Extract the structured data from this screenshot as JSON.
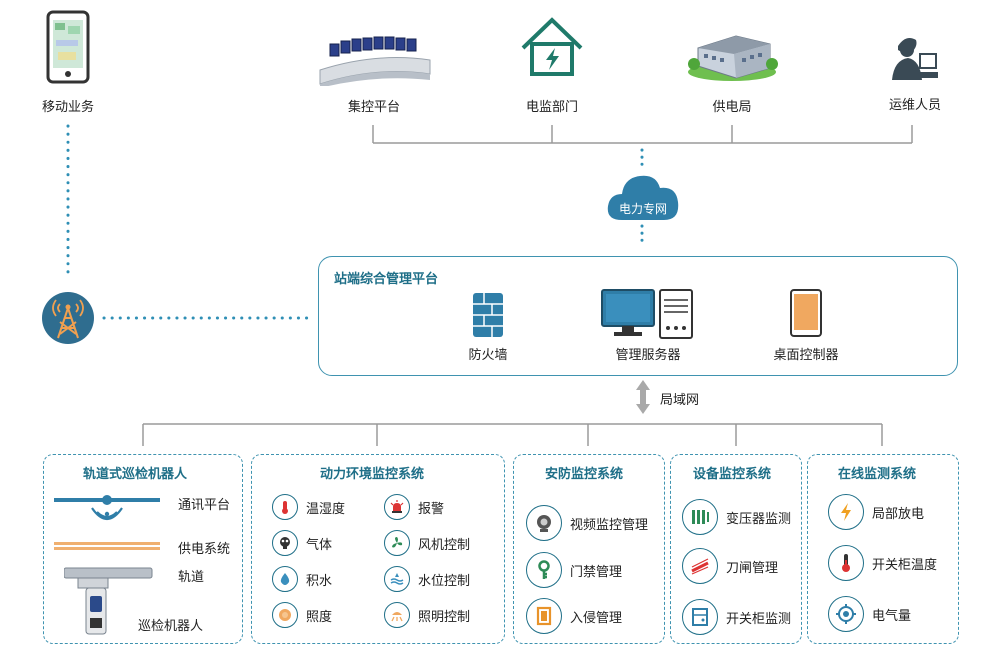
{
  "top": {
    "mobile": "移动业务",
    "control": "集控平台",
    "monitor_dept": "电监部门",
    "supply_bureau": "供电局",
    "ops_staff": "运维人员"
  },
  "cloud": "电力专网",
  "platform": {
    "title": "站端综合管理平台",
    "firewall": "防火墙",
    "server": "管理服务器",
    "desktop": "桌面控制器"
  },
  "lan": "局域网",
  "panels": {
    "robot": {
      "title": "轨道式巡检机器人",
      "items": [
        "通讯平台",
        "供电系统",
        "轨道",
        "巡检机器人"
      ]
    },
    "env": {
      "title": "动力环境监控系统",
      "left": [
        "温湿度",
        "气体",
        "积水",
        "照度"
      ],
      "right": [
        "报警",
        "风机控制",
        "水位控制",
        "照明控制"
      ]
    },
    "security": {
      "title": "安防监控系统",
      "items": [
        "视频监控管理",
        "门禁管理",
        "入侵管理"
      ]
    },
    "equipment": {
      "title": "设备监控系统",
      "items": [
        "变压器监测",
        "刀闸管理",
        "开关柜监测"
      ]
    },
    "online": {
      "title": "在线监测系统",
      "items": [
        "局部放电",
        "开关柜温度",
        "电气量"
      ]
    }
  },
  "colors": {
    "accent": "#1f6f88",
    "border": "#3f93b0",
    "line": "#9a9a9a",
    "dot": "#2f8fb5",
    "cloud": "#2f7ea8",
    "orange": "#f0a860"
  }
}
